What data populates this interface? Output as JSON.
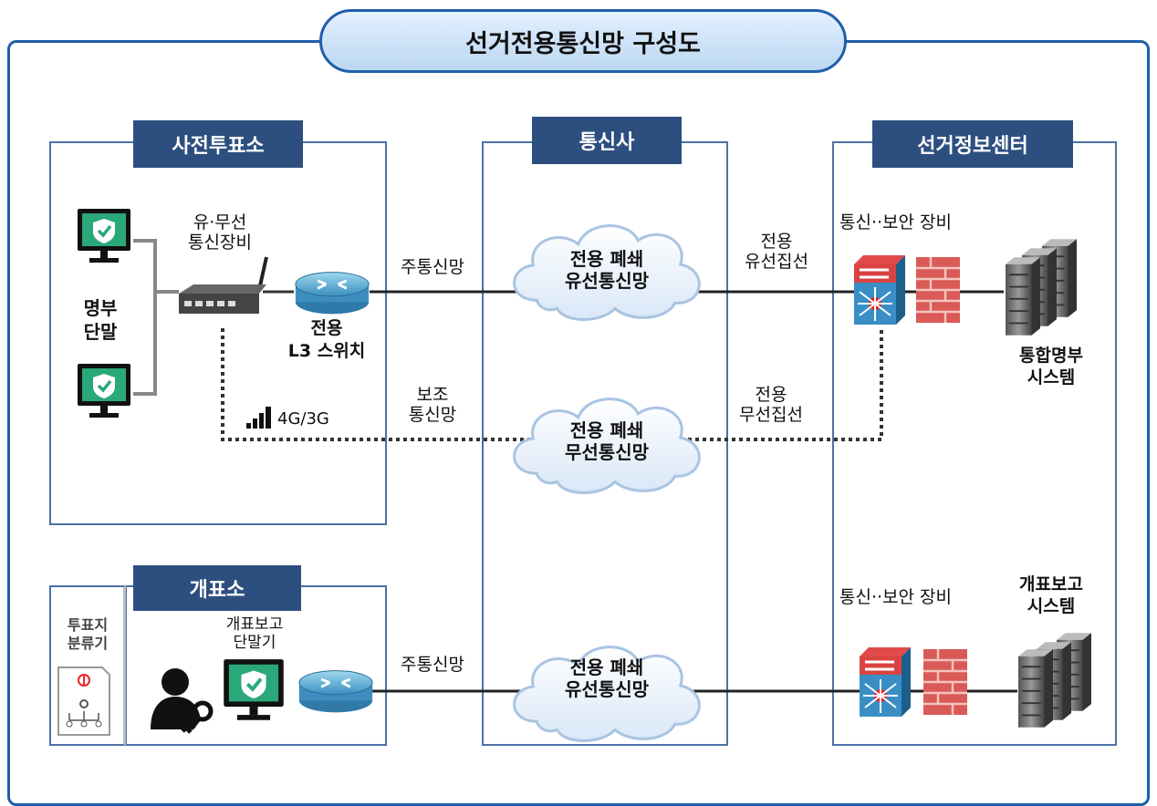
{
  "title": "선거전용통신망 구성도",
  "sections": {
    "early_voting": "사전투표소",
    "carrier": "통신사",
    "election_center": "선거정보센터",
    "counting": "개표소"
  },
  "early_voting": {
    "terminal_label": "명부\n단말",
    "wireless_device": "유·무선\n통신장비",
    "l3_switch": "전용\nL3 스위치",
    "signal_label": "4G/3G"
  },
  "counting": {
    "sorter_label": "투표지\n분류기",
    "report_terminal": "개표보고\n단말기"
  },
  "links": {
    "main_line_top": "주통신망",
    "aux_line": "보조\n통신망",
    "main_line_bottom": "주통신망",
    "wired_leased_top": "전용\n유선집선",
    "wireless_leased": "전용\n무선집선"
  },
  "clouds": {
    "wired_top": "전용 폐쇄\n유선통신망",
    "wireless": "전용 폐쇄\n무선통신망",
    "wired_bottom": "전용 폐쇄\n유선통신망"
  },
  "center": {
    "security_top": "통신··보안 장비",
    "security_bottom": "통신··보안 장비",
    "integrated_roster": "통합명부\n시스템",
    "count_report": "개표보고\n시스템"
  },
  "colors": {
    "border": "#1f5fa8",
    "header": "#2d4f80",
    "terminal_green": "#2aa87a",
    "firewall": "#d95a56"
  }
}
